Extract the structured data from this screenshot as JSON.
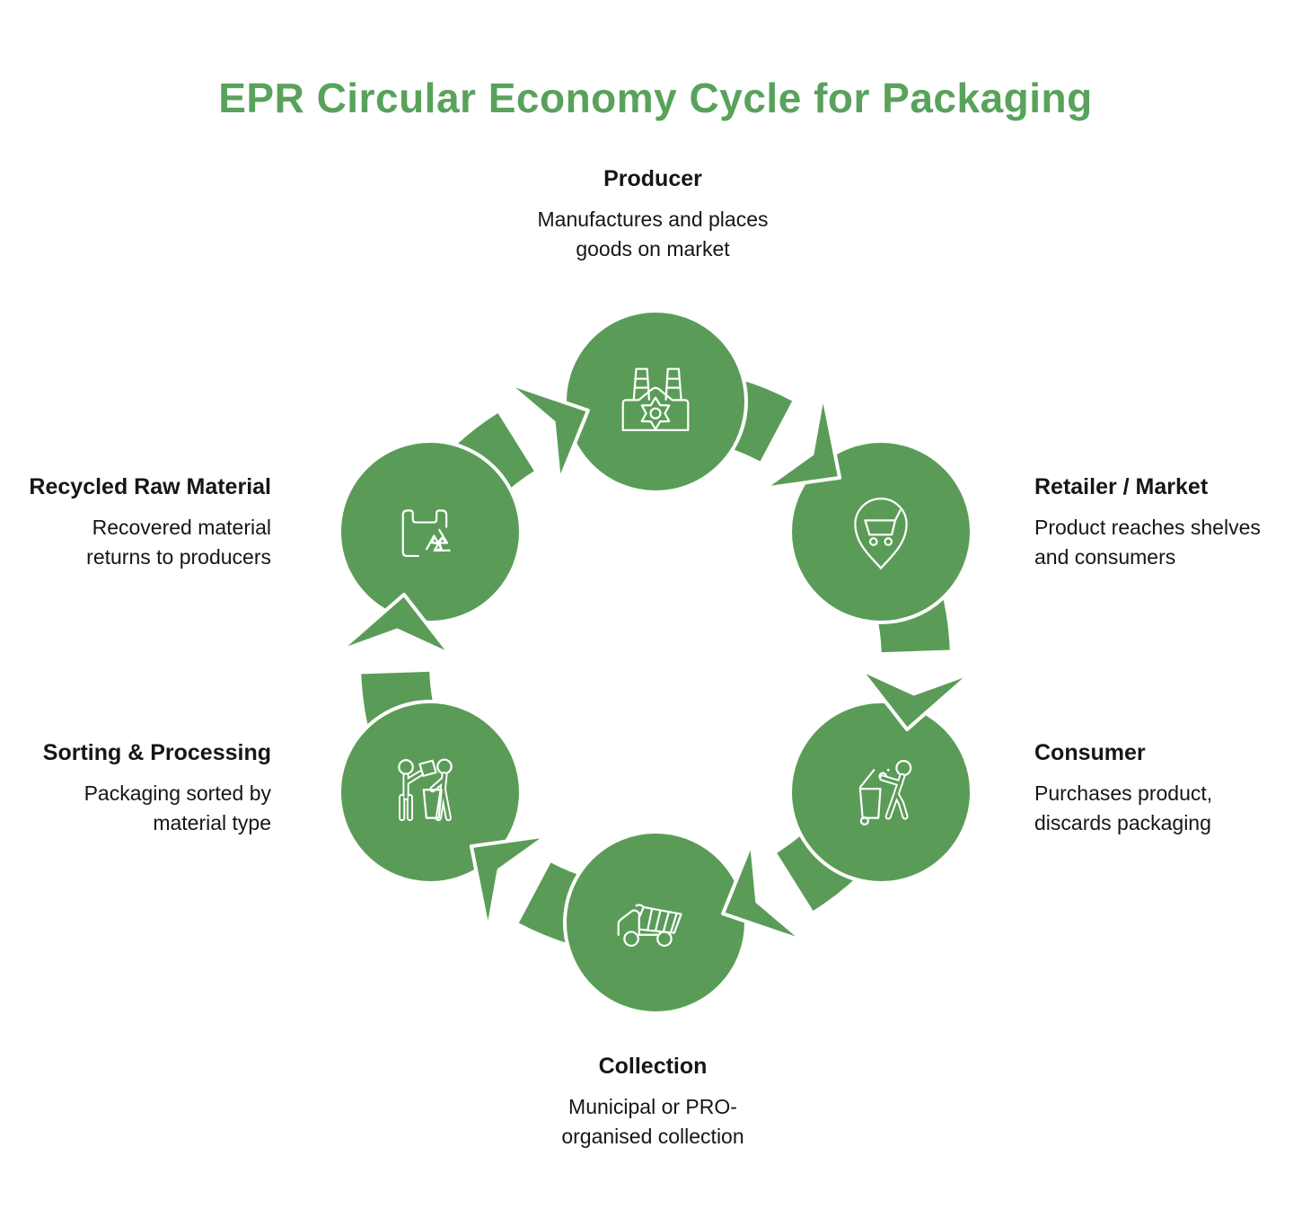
{
  "page": {
    "title": "EPR Circular Economy Cycle for Packaging"
  },
  "colors": {
    "accent_green": "#5a9c57",
    "title_green": "#58a25c",
    "text": "#161616",
    "background": "#ffffff",
    "icon_stroke": "#ffffff"
  },
  "cycle": {
    "direction": "clockwise",
    "nodes": [
      {
        "id": "producer",
        "position": "top",
        "title": "Producer",
        "description": "Manufactures and places goods on market",
        "icon": "factory-gear-icon"
      },
      {
        "id": "retailer",
        "position": "top-right",
        "title": "Retailer / Market",
        "description": "Product reaches shelves and consumers",
        "icon": "location-pin-cart-icon"
      },
      {
        "id": "consumer",
        "position": "bottom-right",
        "title": "Consumer",
        "description": "Purchases product, discards packaging",
        "icon": "person-discarding-packaging-icon"
      },
      {
        "id": "collection",
        "position": "bottom",
        "title": "Collection",
        "description": "Municipal or PRO-organised collection",
        "icon": "garbage-truck-icon"
      },
      {
        "id": "sorting",
        "position": "bottom-left",
        "title": "Sorting & Processing",
        "description": "Packaging sorted by material type",
        "icon": "people-sorting-icon"
      },
      {
        "id": "recycled",
        "position": "top-left",
        "title": "Recycled Raw Material",
        "description": "Recovered material returns to producers",
        "icon": "recycled-bag-icon"
      }
    ],
    "arrows": [
      {
        "from": "producer",
        "to": "retailer"
      },
      {
        "from": "retailer",
        "to": "consumer"
      },
      {
        "from": "consumer",
        "to": "collection"
      },
      {
        "from": "collection",
        "to": "sorting"
      },
      {
        "from": "sorting",
        "to": "recycled"
      },
      {
        "from": "recycled",
        "to": "producer"
      }
    ]
  }
}
